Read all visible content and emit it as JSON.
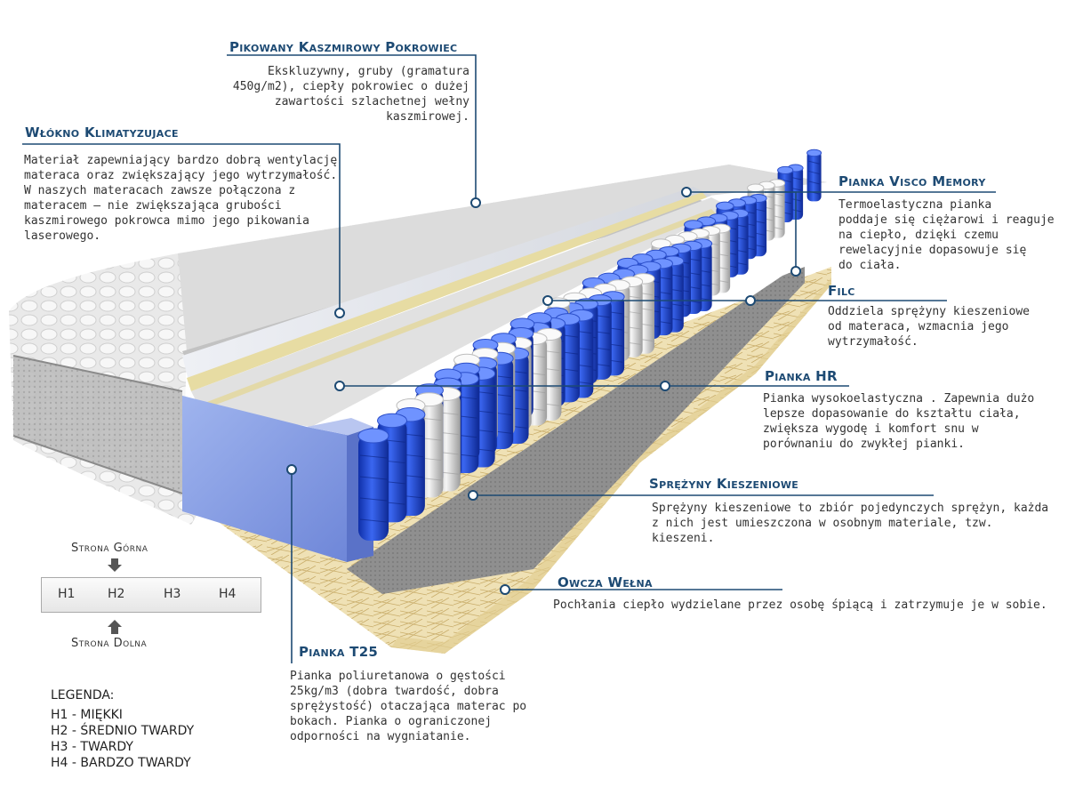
{
  "labels": {
    "kaszmir": {
      "title": "Pikowany Kaszmirowy Pokrowiec",
      "desc": "Ekskluzywny, gruby (gramatura\n450g/m2), ciepły pokrowiec o dużej\nzawartości szlachetnej wełny\nkaszmirowej."
    },
    "wlokno": {
      "title": "Włókno Klimatyzujace",
      "desc": "Materiał zapewniający bardzo dobrą wentylację\nmateraca oraz zwiększający jego wytrzymałość.\nW naszych materacach zawsze połączona z\nmateracem – nie zwiększająca grubości\nkaszmirowego pokrowca mimo jego pikowania\nlaserowego."
    },
    "visco": {
      "title": "Pianka Visco Memory",
      "desc": "Termoelastyczna pianka\npoddaje się ciężarowi i reaguje\nna ciepło, dzięki czemu\nrewelacyjnie dopasowuje się\ndo ciała."
    },
    "filc": {
      "title": "Filc",
      "desc": "Oddziela sprężyny kieszeniowe\nod materaca, wzmacnia jego\nwytrzymałość."
    },
    "hr": {
      "title": "Pianka HR",
      "desc": "Pianka wysokoelastyczna . Zapewnia dużo\nlepsze dopasowanie do kształtu ciała,\nzwiększa wygodę i komfort snu w\nporównaniu do zwykłej pianki."
    },
    "sprezyny": {
      "title": "Sprężyny Kieszeniowe",
      "desc": "Sprężyny kieszeniowe to zbiór pojedynczych sprężyn, każda\nz nich jest umieszczona w osobnym materiale, tzw.\nkieszeni."
    },
    "welna": {
      "title": "Owcza Wełna",
      "desc": "Pochłania ciepło wydzielane przez osobę śpiącą i zatrzymuje je w sobie."
    },
    "t25": {
      "title": "Pianka T25",
      "desc": "Pianka poliuretanowa o gęstości\n25kg/m3 (dobra twardość, dobra\nsprężystość) otaczająca materac po\nbokach. Pianka o ograniczonej\nodporności na wygniatanie."
    }
  },
  "hardness_scale": {
    "top_side": "Strona Górna",
    "bottom_side": "Strona Dolna",
    "levels": [
      "H1",
      "H2",
      "H3",
      "H4"
    ]
  },
  "legend": {
    "heading": "LEGENDA:",
    "items": [
      "H1 - MIĘKKI",
      "H2 - ŚREDNIO TWARDY",
      "H3 - TWARDY",
      "H4 - BARDZO TWARDY"
    ]
  },
  "colors": {
    "accent": "#1d4a73",
    "line": "#1d4a73",
    "spring_blue": "#1f4fd6",
    "spring_white": "#e6e6e6"
  }
}
